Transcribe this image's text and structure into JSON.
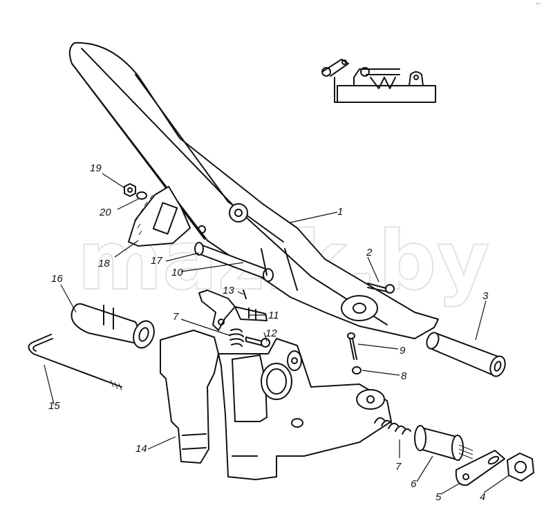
{
  "corner_mark": "ʳ⁻",
  "watermark": "mazik.by",
  "labels": {
    "p1": "1",
    "p2": "2",
    "p3": "3",
    "p4": "4",
    "p5": "5",
    "p6": "6",
    "p7a": "7",
    "p7b": "7",
    "p8": "8",
    "p9": "9",
    "p10": "10",
    "p11": "11",
    "p12": "12",
    "p13": "13",
    "p14": "14",
    "p15": "15",
    "p16": "16",
    "p17": "17",
    "p18": "18",
    "p19": "19",
    "p20": "20"
  }
}
